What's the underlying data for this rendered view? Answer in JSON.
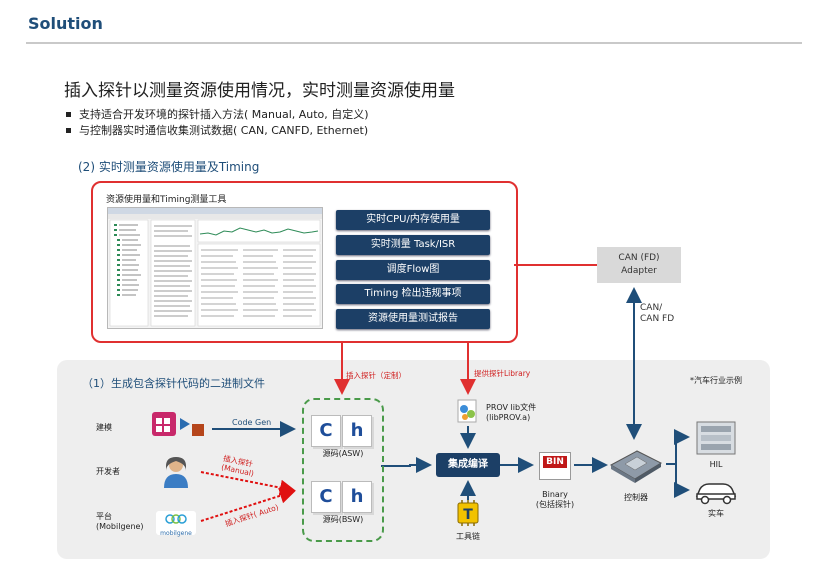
{
  "header": {
    "title": "Solution"
  },
  "intro": {
    "title": "插入探针以测量资源使用情况，实时测量资源使用量",
    "bullets": [
      "支持适合开发环境的探针插入方法( Manual, Auto, 自定义)",
      "与控制器实时通信收集测试数据( CAN, CANFD, Ethernet)"
    ]
  },
  "section2": {
    "title": "(2) 实时测量资源使用量及Timing",
    "tool_title": "资源使用量和Timing测量工具"
  },
  "tool_buttons": [
    "实时CPU/内存使用量",
    "实时测量 Task/ISR",
    "调度Flow图",
    "Timing 检出违规事项",
    "资源使用量测试报告"
  ],
  "can_adapter": {
    "line1": "CAN (FD)",
    "line2": "Adapter",
    "link_line1": "CAN/",
    "link_line2": "CAN FD"
  },
  "section1": {
    "title": "（1）生成包含探针代码的二进制文件",
    "note": "*汽车行业示例"
  },
  "actors": {
    "modeling": "建模",
    "developer": "开发者",
    "platform_line1": "平台",
    "platform_line2": "(Mobilgene)",
    "mobilgene_logo": "mobilgene"
  },
  "arrows": {
    "code_gen": "Code Gen",
    "manual_line1": "插入探针",
    "manual_line2": "(Manual)",
    "auto": "插入探针( Auto)",
    "insert_custom": "插入探针（定制）",
    "provide_library": "提供探针Library"
  },
  "code_files": {
    "c": "C",
    "h": "h",
    "asw": "源码(ASW)",
    "bsw": "源码(BSW)"
  },
  "lib": {
    "line1": "PROV lib文件",
    "line2": "(libPROV.a)"
  },
  "compile": {
    "label": "集成编译"
  },
  "toolchain": {
    "label": "工具链",
    "glyph": "T"
  },
  "binary": {
    "badge": "BIN",
    "line1": "Binary",
    "line2": "(包括探针)"
  },
  "controller": {
    "label": "控制器"
  },
  "targets": {
    "hil": "HIL",
    "car": "实车"
  },
  "colors": {
    "navy": "#1c3f66",
    "red": "#e03030",
    "blue_arrow": "#1f4e79",
    "green_dash": "#4a9a4a"
  }
}
